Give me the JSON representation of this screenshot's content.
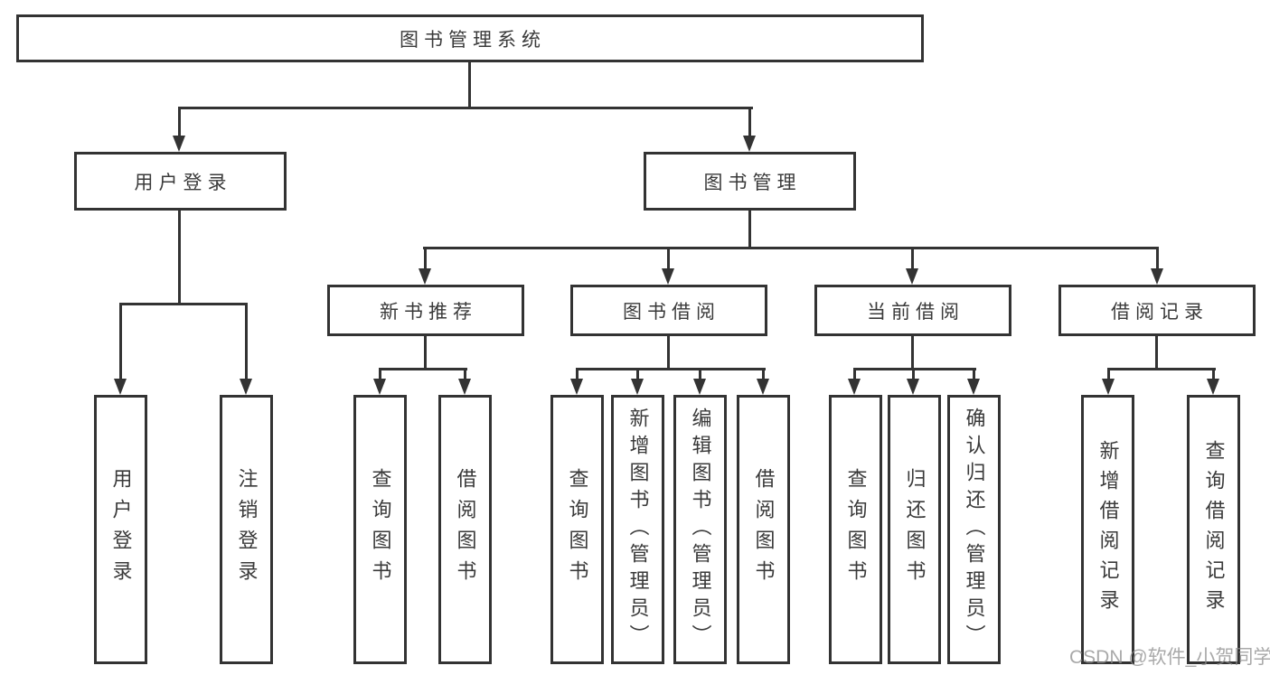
{
  "diagram": {
    "root": {
      "label": "图书管理系统"
    },
    "level2": {
      "user_login": {
        "label": "用户登录"
      },
      "book_mgmt": {
        "label": "图书管理"
      }
    },
    "level3": {
      "new_book_rec": {
        "label": "新书推荐"
      },
      "book_borrow": {
        "label": "图书借阅"
      },
      "current_borrow": {
        "label": "当前借阅"
      },
      "borrow_record": {
        "label": "借阅记录"
      }
    },
    "leaves": {
      "login_user": {
        "label": "用户登录"
      },
      "login_logout": {
        "label": "注销登录"
      },
      "rec_query": {
        "label": "查询图书"
      },
      "rec_borrow": {
        "label": "借阅图书"
      },
      "bor_query": {
        "label": "查询图书"
      },
      "bor_add": {
        "label": "新增图书（管理员）"
      },
      "bor_edit": {
        "label": "编辑图书（管理员）"
      },
      "bor_borrow": {
        "label": "借阅图书"
      },
      "cur_query": {
        "label": "查询图书"
      },
      "cur_return": {
        "label": "归还图书"
      },
      "cur_confirm": {
        "label": "确认归还（管理员）"
      },
      "recd_add": {
        "label": "新增借阅记录"
      },
      "recd_query": {
        "label": "查询借阅记录"
      }
    }
  },
  "watermark": {
    "text": "CSDN @软件_小贺同学"
  },
  "colors": {
    "line": "#333333",
    "box_border": "#333333",
    "text": "#3a3a3a",
    "watermark": "#8c8c8c",
    "background": "#ffffff"
  }
}
